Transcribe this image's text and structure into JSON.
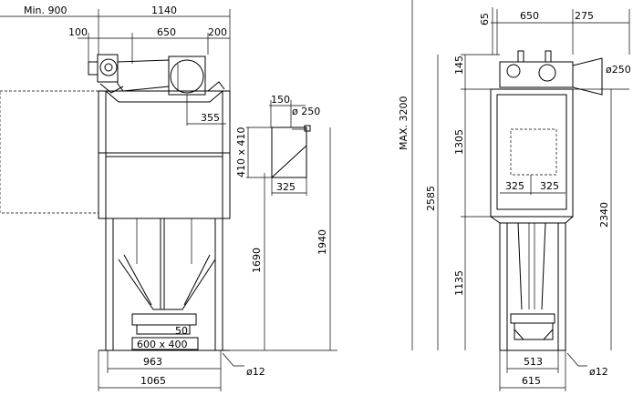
{
  "side_view": {
    "dims": {
      "min_width": "Min. 900",
      "overall_width": "1140",
      "offset_left": "100",
      "fan_width": "650",
      "offset_right": "200",
      "outlet_offset": "355",
      "top_height": "1940",
      "side_height": "1690",
      "base_inner": "963",
      "base_outer": "1065",
      "foot": "ø12",
      "hopper_h": "50",
      "hopper_size": "600 x 400"
    }
  },
  "inlet_detail": {
    "dims": {
      "offset": "150",
      "diameter": "ø 250",
      "size": "410 x 410",
      "width": "325"
    }
  },
  "front_view": {
    "dims": {
      "max_height": "MAX. 3200",
      "top_offset": "65",
      "width": "650",
      "outlet_offset": "275",
      "outlet_diameter": "ø250",
      "top_height": "145",
      "body_height": "1305",
      "total_height": "2585",
      "leg_height": "1135",
      "right_height": "2340",
      "half_left": "325",
      "half_right": "325",
      "base_inner": "513",
      "base_outer": "615",
      "foot": "ø12"
    }
  }
}
